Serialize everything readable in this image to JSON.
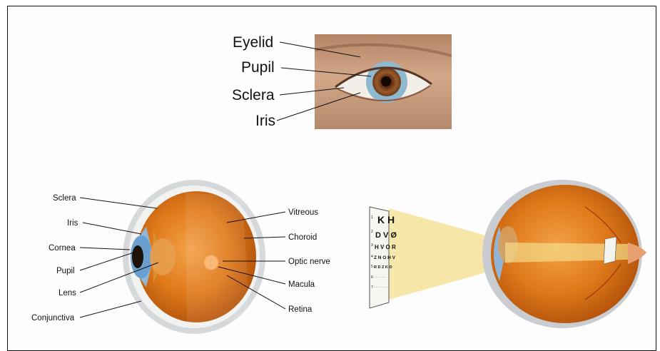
{
  "top_eye_labels": [
    "Eyelid",
    "Pupil",
    "Sclera",
    "Iris"
  ],
  "cross_section": {
    "left_labels": [
      "Sclera",
      "Iris",
      "Cornea",
      "Pupil",
      "Lens",
      "Conjunctiva"
    ],
    "right_labels": [
      "Vitreous",
      "Choroid",
      "Optic nerve",
      "Macula",
      "Retina"
    ]
  },
  "eye_chart": {
    "rows": [
      "K H",
      "D V Ø",
      "H V O R",
      "Z N O H V",
      "R D Z K O",
      "· · · · · ·",
      "· · · · · · ·"
    ],
    "row_numbers": [
      "1",
      "2",
      "3",
      "4",
      "5",
      "6",
      "7"
    ]
  },
  "colors": {
    "iris": "#8a4a20",
    "eyeball": "#e07a1a",
    "sclera_shell": "#c9ccd0",
    "cornea": "#8fb6d8",
    "light_beam": "#f6e7a6",
    "skin": "#c79a7c"
  }
}
